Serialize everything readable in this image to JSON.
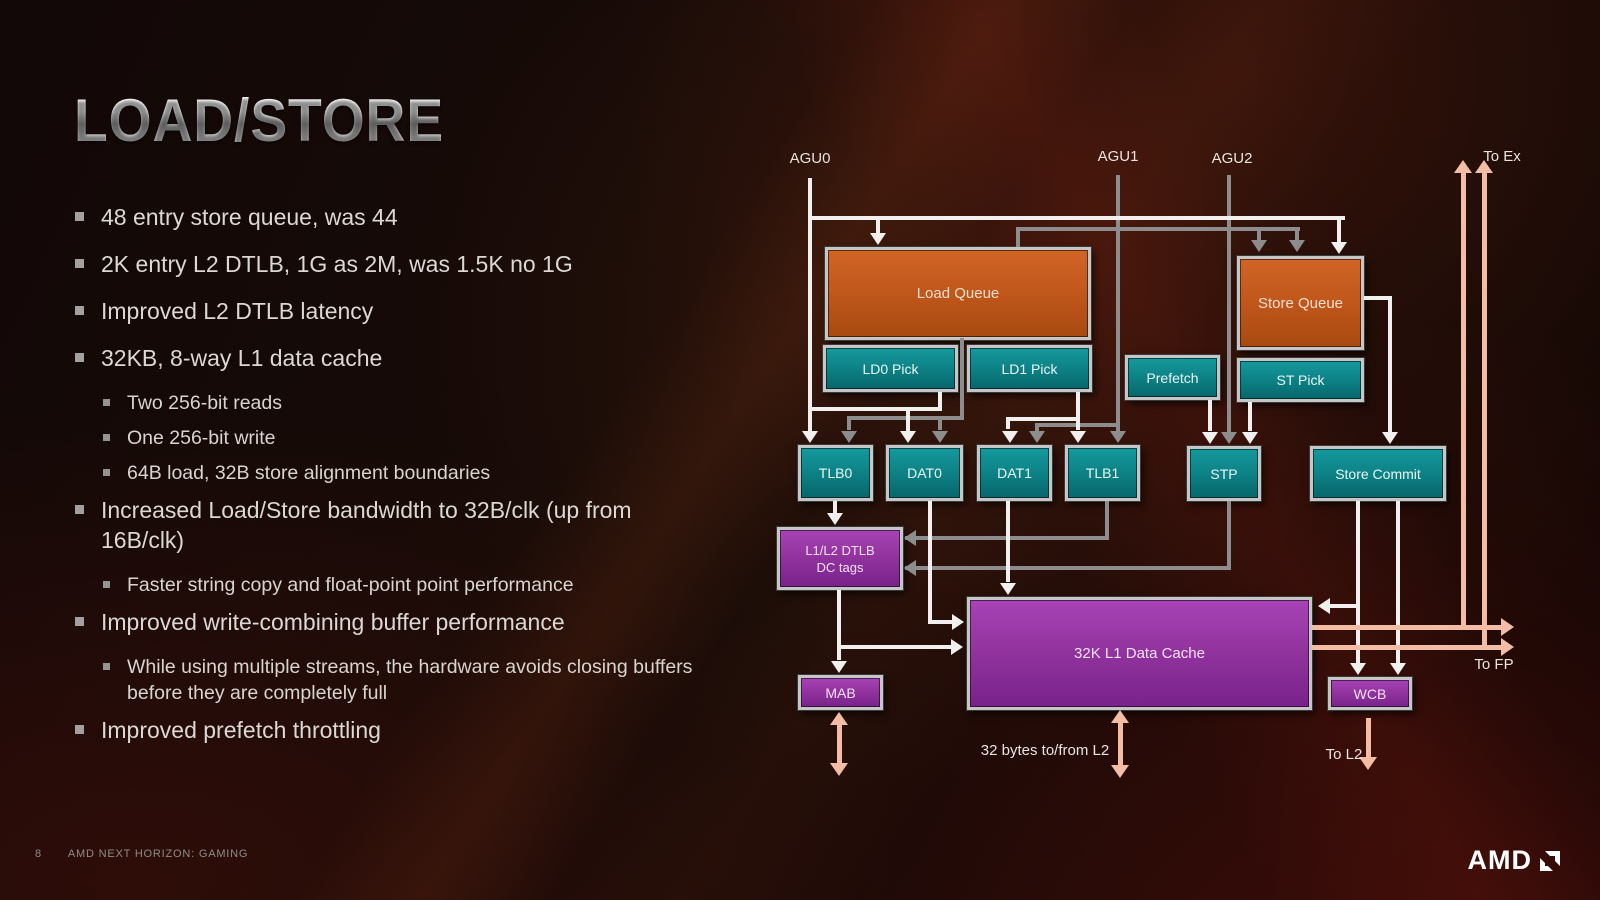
{
  "slide": {
    "title": "LOAD/STORE",
    "footer": {
      "page_number": "8",
      "label": "AMD NEXT HORIZON: GAMING"
    },
    "brand": {
      "logo_text": "AMD"
    }
  },
  "bullets": [
    {
      "level": 1,
      "text": "48 entry store queue, was 44"
    },
    {
      "level": 1,
      "text": "2K entry L2 DTLB, 1G as 2M, was 1.5K no 1G"
    },
    {
      "level": 1,
      "text": "Improved L2 DTLB latency"
    },
    {
      "level": 1,
      "text": "32KB, 8-way L1 data cache"
    },
    {
      "level": 2,
      "text": "Two 256-bit reads"
    },
    {
      "level": 2,
      "text": "One 256-bit write"
    },
    {
      "level": 2,
      "text": "64B load, 32B store alignment boundaries"
    },
    {
      "level": 1,
      "text": "Increased Load/Store bandwidth to 32B/clk (up from 16B/clk)"
    },
    {
      "level": 2,
      "text": "Faster string copy and float-point point performance"
    },
    {
      "level": 1,
      "text": "Improved write-combining buffer performance"
    },
    {
      "level": 2,
      "text": "While using multiple streams, the hardware avoids closing buffers before they are completely full"
    },
    {
      "level": 1,
      "text": "Improved prefetch throttling"
    }
  ],
  "diagram": {
    "external_labels": {
      "agu0": "AGU0",
      "agu1": "AGU1",
      "agu2": "AGU2",
      "to_ex": "To Ex",
      "to_fp": "To FP",
      "to_l2": "To L2",
      "l2_bandwidth": "32 bytes to/from L2"
    },
    "boxes": {
      "load_queue": "Load Queue",
      "store_queue": "Store Queue",
      "ld0_pick": "LD0 Pick",
      "ld1_pick": "LD1 Pick",
      "prefetch": "Prefetch",
      "st_pick": "ST Pick",
      "tlb0": "TLB0",
      "dat0": "DAT0",
      "dat1": "DAT1",
      "tlb1": "TLB1",
      "stp": "STP",
      "store_commit": "Store Commit",
      "dtlb_line1": "L1/L2 DTLB",
      "dtlb_line2": "DC tags",
      "mab": "MAB",
      "l1_cache": "32K L1 Data Cache",
      "wcb": "WCB"
    },
    "colors": {
      "queue_orange": "#c2581c",
      "unit_teal": "#0d8286",
      "block_purple": "#93349f",
      "line_white": "#f2f0ee",
      "line_gray": "#8d8d8d",
      "line_salmon": "#f2bda4",
      "frame_silver": "#c6c6c6"
    }
  }
}
